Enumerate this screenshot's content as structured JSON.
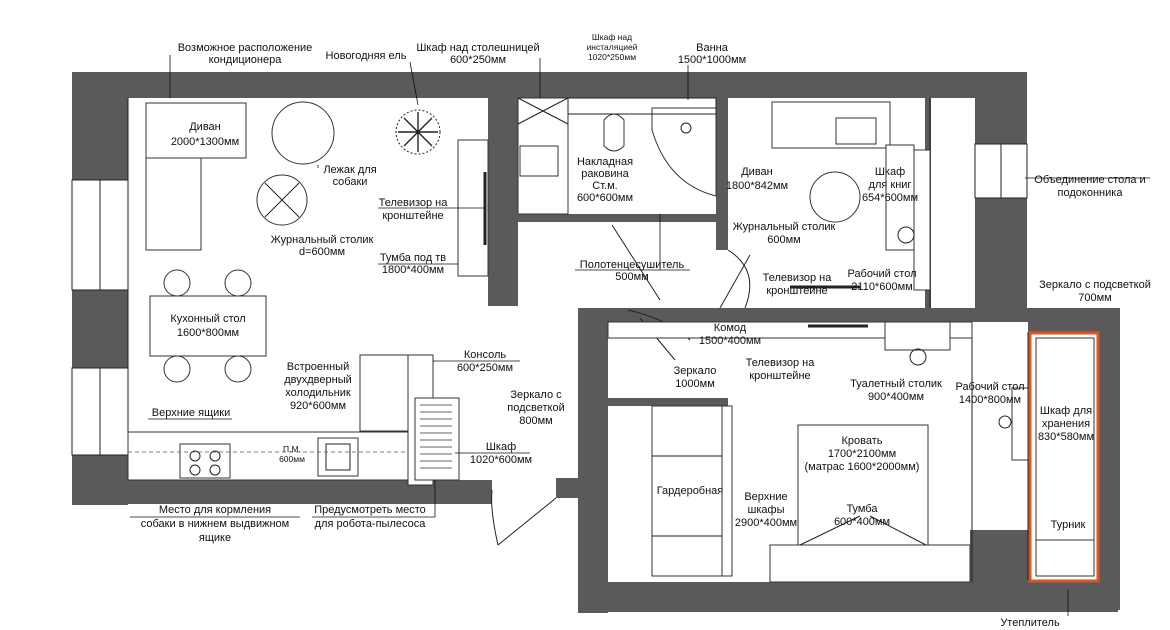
{
  "labels": {
    "conditioner": [
      "Возможное расположение",
      "кондиционера"
    ],
    "tree": "Новогодняя ель",
    "cabinet_top": [
      "Шкаф над столешницей",
      "600*250мм"
    ],
    "cabinet_install": [
      "Шкаф над",
      "инсталяцией",
      "1020*250мм"
    ],
    "bath": [
      "Ванна",
      "1500*1000мм"
    ],
    "sofa": [
      "Диван",
      "2000*1300мм"
    ],
    "dog_bed": [
      "Лежак для",
      "собаки"
    ],
    "sink": [
      "Накладная",
      "раковина",
      "Ст.м.",
      "600*600мм"
    ],
    "tv_bracket_1": [
      "Телевизор на",
      "кронштейне"
    ],
    "coffee_table_1": [
      "Журнальный столик",
      "d=600мм"
    ],
    "tv_stand": [
      "Тумба под тв",
      "1800*400мм"
    ],
    "towel_rail": [
      "Полотенцесушитель",
      "500мм"
    ],
    "kitchen_table": [
      "Кухонный стол",
      "1600*800мм"
    ],
    "fridge": [
      "Встроенный",
      "двухдверный",
      "холодильник",
      "920*600мм"
    ],
    "console": [
      "Консоль",
      "600*250мм"
    ],
    "upper_boxes": "Верхние ящики",
    "dishwasher": [
      "П.М.",
      "600мм"
    ],
    "mirror_light_1": [
      "Зеркало с",
      "подсветкой",
      "800мм"
    ],
    "wardrobe_1": [
      "Шкаф",
      "1020*600мм"
    ],
    "dog_feeding": [
      "Место для кормления",
      "собаки в нижнем выдвижном",
      "ящике"
    ],
    "robot": [
      "Предусмотреть место",
      "для робота-пылесоса"
    ],
    "sofa_2": [
      "Диван",
      "1800*842мм"
    ],
    "bookcase": [
      "Шкаф",
      "для книг",
      "654*600мм"
    ],
    "table_merge": [
      "Объединение стола и",
      "подоконника"
    ],
    "coffee_table_2": [
      "Журнальный столик",
      "600мм"
    ],
    "tv_bracket_2": [
      "Телевизор на",
      "кронштейне"
    ],
    "work_table_1": [
      "Рабочий стол",
      "2110*600мм"
    ],
    "mirror_light_2": [
      "Зеркало с подсветкой",
      "700мм"
    ],
    "dresser": [
      "Комод",
      "1500*400мм"
    ],
    "tv_bracket_3": [
      "Телевизор на",
      "кронштейне"
    ],
    "mirror": [
      "Зеркало",
      "1000мм"
    ],
    "vanity": [
      "Туалетный столик",
      "900*400мм"
    ],
    "work_table_2": [
      "Рабочий стол",
      "1400*800мм"
    ],
    "storage": [
      "Шкаф для",
      "хранения",
      "830*580мм"
    ],
    "bed": [
      "Кровать",
      "1700*2100мм",
      "(матрас 1600*2000мм)"
    ],
    "walkin": "Гардеробная",
    "upper_cabinets": [
      "Верхние",
      "шкафы",
      "2900*400мм"
    ],
    "nightstand": [
      "Тумба",
      "600*400мм"
    ],
    "bar": "Турник",
    "insulation": "Утеплитель"
  },
  "colors": {
    "wall": "#5a5a5c",
    "highlight": "#d9561e",
    "line": "#222222"
  }
}
